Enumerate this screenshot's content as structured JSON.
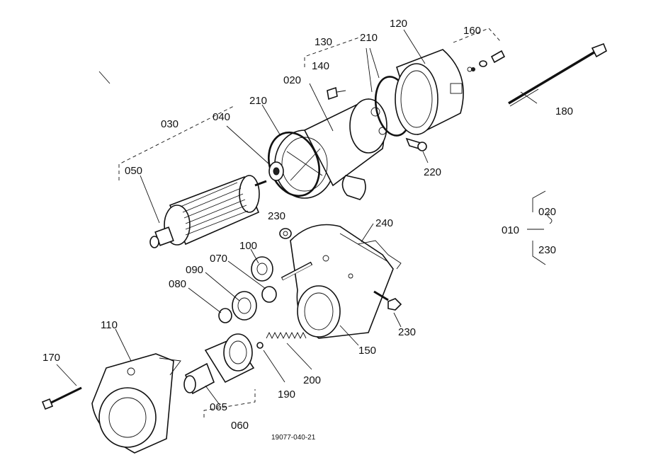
{
  "labels": {
    "p010": "010",
    "p020a": "020",
    "p020b": "020",
    "p030": "030",
    "p040": "040",
    "p050": "050",
    "p060": "060",
    "p065": "065",
    "p070": "070",
    "p080": "080",
    "p090": "090",
    "p100": "100",
    "p110": "110",
    "p120": "120",
    "p130": "130",
    "p140": "140",
    "p150": "150",
    "p160": "160",
    "p170": "170",
    "p180": "180",
    "p190": "190",
    "p200": "200",
    "p210a": "210",
    "p210b": "210",
    "p220": "220",
    "p230a": "230",
    "p230b": "230",
    "p230c": "230",
    "p240": "240"
  },
  "figure_code": "19077-040-21"
}
